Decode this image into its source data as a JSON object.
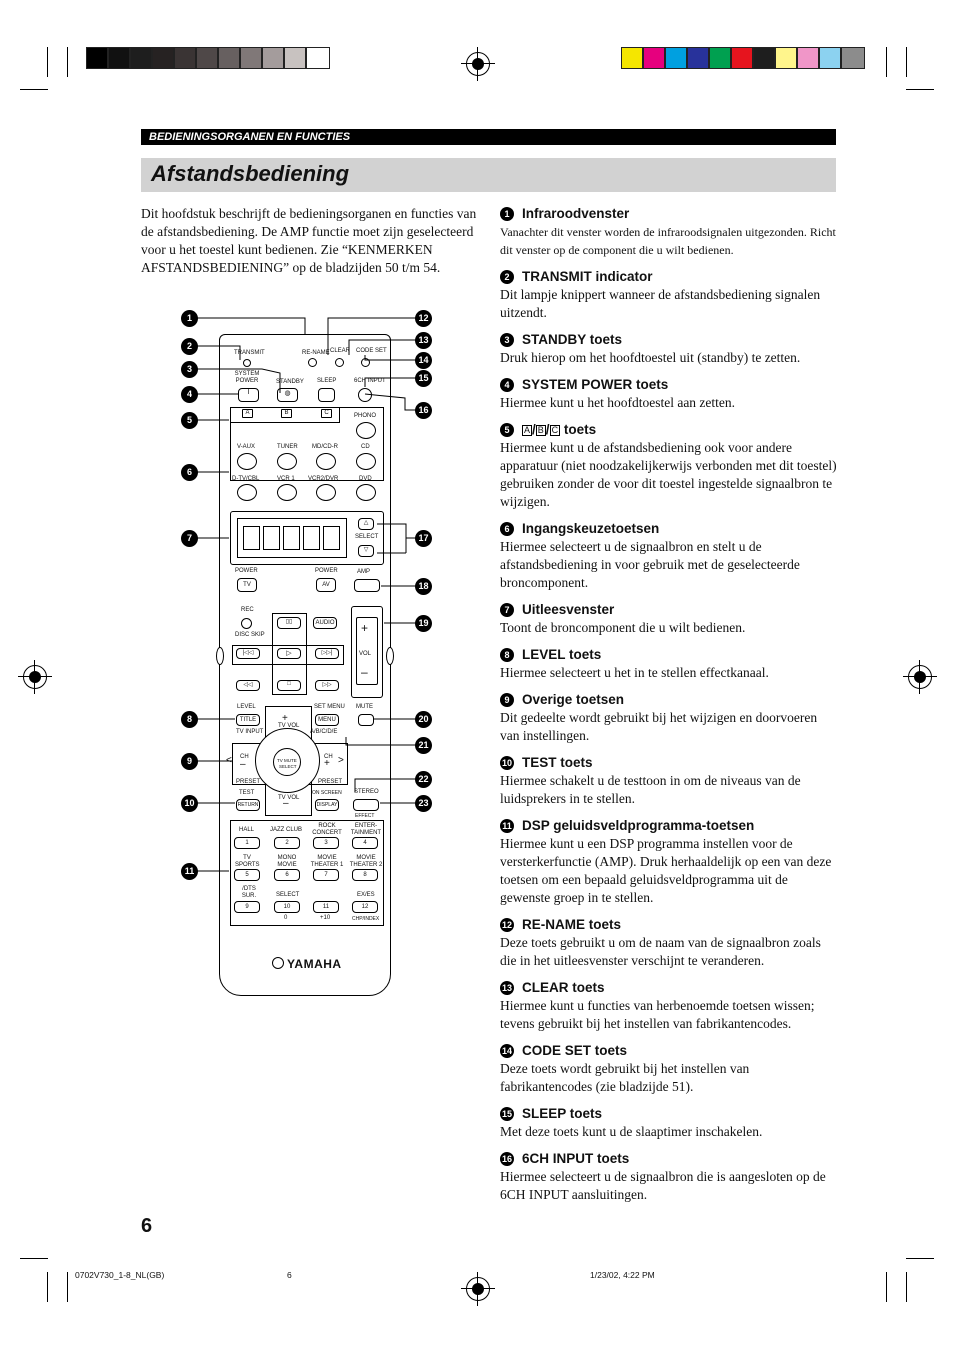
{
  "section_header": "BEDIENINGSORGANEN EN FUNCTIES",
  "title": "Afstandsbediening",
  "intro": "Dit hoofdstuk beschrijft de bedieningsorganen en functies van de afstandsbediening. De AMP functie moet zijn geselecteerd voor u het toestel kunt bedienen. Zie “KENMERKEN AFSTANDSBEDIENING” op de bladzijden 50 t/m 54.",
  "items": [
    {
      "num": "1",
      "head": "Infraroodvenster",
      "desc": "Vanachter dit venster worden de infraroodsignalen uitgezonden. Richt dit venster op de component die u wilt bedienen."
    },
    {
      "num": "2",
      "head": "TRANSMIT indicator",
      "desc": "Dit lampje knippert wanneer de afstandsbediening signalen uitzendt."
    },
    {
      "num": "3",
      "head": "STANDBY toets",
      "desc": "Druk hierop om het hoofdtoestel uit (standby) te zetten."
    },
    {
      "num": "4",
      "head": "SYSTEM POWER toets",
      "desc": "Hiermee kunt u het hoofdtoestel aan zetten."
    },
    {
      "num": "5",
      "head_a": "A",
      "head_b": "B",
      "head_c": "C",
      "head_suffix": "toets",
      "desc": "Hiermee kunt u de afstandsbediening ook voor andere apparatuur (niet noodzakelijkerwijs verbonden met dit toestel) gebruiken zonder de voor dit toestel ingestelde signaalbron te wijzigen."
    },
    {
      "num": "6",
      "head": "Ingangskeuzetoetsen",
      "desc": "Hiermee selecteert u de signaalbron en stelt u de afstandsbediening in voor gebruik met de geselecteerde broncomponent."
    },
    {
      "num": "7",
      "head": "Uitleesvenster",
      "desc": "Toont de broncomponent die u wilt bedienen."
    },
    {
      "num": "8",
      "head": "LEVEL toets",
      "desc": "Hiermee selecteert u het in te stellen effectkanaal."
    },
    {
      "num": "9",
      "head": "Overige toetsen",
      "desc": "Dit gedeelte wordt gebruikt bij het wijzigen en doorvoeren van instellingen."
    },
    {
      "num": "10",
      "head": "TEST toets",
      "desc": "Hiermee schakelt u de testtoon in om de niveaus van de luidsprekers in te stellen."
    },
    {
      "num": "11",
      "head": "DSP geluidsveldprogramma-toetsen",
      "desc": "Hiermee kunt u een DSP programma instellen voor de versterkerfunctie (AMP). Druk herhaaldelijk op een van deze toetsen om een bepaald geluidsveldprogramma uit de gewenste groep in te stellen."
    },
    {
      "num": "12",
      "head": "RE-NAME toets",
      "desc": "Deze toets gebruikt u om de naam van de signaalbron zoals die in het uitleesvenster verschijnt te veranderen."
    },
    {
      "num": "13",
      "head": "CLEAR toets",
      "desc": "Hiermee kunt u functies van herbenoemde toetsen wissen; tevens gebruikt bij het instellen van fabrikantencodes."
    },
    {
      "num": "14",
      "head": "CODE SET toets",
      "desc": "Deze toets wordt gebruikt bij het instellen van fabrikantencodes (zie bladzijde 51)."
    },
    {
      "num": "15",
      "head": "SLEEP toets",
      "desc": "Met deze toets kunt u de slaaptimer inschakelen."
    },
    {
      "num": "16",
      "head": "6CH INPUT toets",
      "desc": "Hiermee selecteert u de signaalbron die is aangesloten op de 6CH INPUT aansluitingen."
    }
  ],
  "callouts_left": [
    "1",
    "2",
    "3",
    "4",
    "5",
    "6",
    "7",
    "8",
    "9",
    "10",
    "11"
  ],
  "callouts_right": [
    "12",
    "13",
    "14",
    "15",
    "16",
    "17",
    "18",
    "19",
    "20",
    "21",
    "22",
    "23"
  ],
  "remote": {
    "transmit": "TRANSMIT",
    "rename": "RE-NAME",
    "clear": "CLEAR",
    "codeset": "CODE SET",
    "system_power": "SYSTEM POWER",
    "standby": "STANDBY",
    "sleep": "SLEEP",
    "6ch": "6CH INPUT",
    "a": "A",
    "b": "B",
    "c": "C",
    "phono": "PHONO",
    "vaux": "V-AUX",
    "tuner": "TUNER",
    "mdcdr": "MD/CD-R",
    "cd": "CD",
    "dtv": "D-TV/CBL",
    "vcr1": "VCR 1",
    "vcr2": "VCR2/DVR",
    "dvd": "DVD",
    "select": "SELECT",
    "power": "POWER",
    "tv": "TV",
    "av": "AV",
    "amp": "AMP",
    "rec": "REC",
    "disc_skip": "DISC SKIP",
    "audio": "AUDIO",
    "vol": "VOL",
    "level": "LEVEL",
    "title_btn": "TITLE",
    "tv_input": "TV INPUT",
    "set_menu": "SET MENU",
    "menu": "MENU",
    "abcde": "A/B/C/D/E",
    "mute": "MUTE",
    "tv_vol": "TV VOL",
    "ch": "CH",
    "tv_mute": "TV MUTE",
    "select_small": "SELECT",
    "preset": "PRESET",
    "test": "TEST",
    "return": "RETURN",
    "on_screen": "ON SCREEN",
    "display": "DISPLAY",
    "stereo": "STEREO",
    "effect": "EFFECT",
    "hall": "HALL",
    "jazz": "JAZZ CLUB",
    "rock": "ROCK CONCERT",
    "ent": "ENTER- TAINMENT",
    "tv_sports": "TV SPORTS",
    "mono": "MONO MOVIE",
    "mt1": "MOVIE THEATER 1",
    "mt2": "MOVIE THEATER 2",
    "dts": "/DTS SUR.",
    "select2": "SELECT",
    "exes": "EX/ES",
    "n1": "1",
    "n2": "2",
    "n3": "3",
    "n4": "4",
    "n5": "5",
    "n6": "6",
    "n7": "7",
    "n8": "8",
    "n9": "9",
    "n10": "10",
    "n11": "11",
    "n12": "12",
    "zero": "0",
    "plus10": "+10",
    "chp": "CHP/INDEX",
    "brand": "YAMAHA"
  },
  "page_number": "6",
  "footer": {
    "file": "0702V730_1-8_NL(GB)",
    "page": "6",
    "date": "1/23/02, 4:22 PM"
  },
  "colors": {
    "title_bar": "#d2d2d2",
    "section_bar": "#000000"
  }
}
